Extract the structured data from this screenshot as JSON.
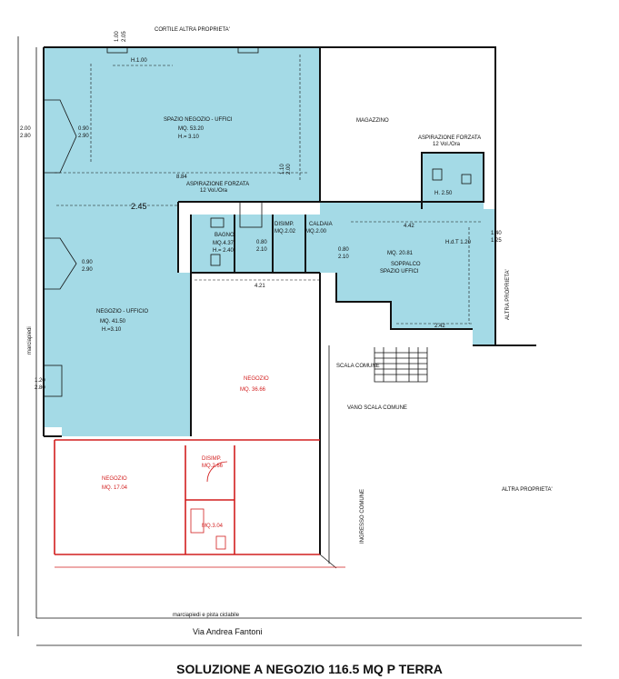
{
  "title": "SOLUZIONE A NEGOZIO 116.5 MQ P TERRA",
  "streets": {
    "top": "CORTILE ALTRA PROPRIETA'",
    "bottom": "Via Andrea Fantoni",
    "bottom_sidewalk": "marciapiedi e pista ciclabile",
    "left": "marciapiedi",
    "right_upper": "ALTRA PROPRIETA'",
    "right_lower": "ALTRA PROPRIETA'"
  },
  "rooms": {
    "spazio": {
      "name": "SPAZIO NEGOZIO - UFFICI",
      "area": "MQ. 53.20",
      "height": "H.= 3.10"
    },
    "magazzino": {
      "name": "MAGAZZINO"
    },
    "negozio_ufficio": {
      "name": "NEGOZIO - UFFICIO",
      "area": "MQ. 41.50",
      "height": "H.=3.10"
    },
    "bagno": {
      "name": "BAGNO",
      "area": "MQ.4.37",
      "height": "H.= 2.40"
    },
    "disimp_top": {
      "name": "DISIMP.",
      "area": "MQ.2.02"
    },
    "caldaia": {
      "name": "CALDAIA",
      "area": "MQ.2.00"
    },
    "soppalco": {
      "area": "MQ. 20.81",
      "name1": "SOPPALCO",
      "name2": "SPAZIO UFFICI"
    },
    "negozio_center": {
      "name": "NEGOZIO",
      "area": "MQ. 36.66"
    },
    "negozio_red": {
      "name": "NEGOZIO",
      "area": "MQ. 17.04"
    },
    "disimp_red": {
      "name": "DISIMP.",
      "area": "MQ.2.66"
    },
    "wc_red": {
      "area": "MQ.3.04"
    },
    "scala": "SCALA COMUNE",
    "vano_scala": "VANO SCALA COMUNE",
    "ingresso": "INGRESSO COMUNE"
  },
  "notes": {
    "aspirazione1": "ASPIRAZIONE FORZATA",
    "aspirazione1_b": "12 Vol./Ora",
    "aspirazione2": "ASPIRAZIONE FORZATA",
    "aspirazione2_b": "12 Vol./Ora"
  },
  "dims": {
    "d200": "2.00",
    "d280": "2.80",
    "d090": "0.90",
    "d290": "2.90",
    "d090b": "0.90",
    "d290b": "2.90",
    "d120": "1.20",
    "d280b": "2.80",
    "d245": "2.45",
    "d421": "4.21",
    "d884": "8.84",
    "d140": "1.40",
    "d125": "1.25",
    "d442": "4.42",
    "d242": "2.42",
    "d080": "0.80",
    "d210": "2.10",
    "d080b": "0.80",
    "d210b": "2.10",
    "h100": "H.1.00",
    "h250": "H. 2.50",
    "hd": "H.d.T 1.20",
    "d100": "1.00",
    "d205": "2.05",
    "d110": "1.10",
    "d200v": "2.00"
  },
  "colors": {
    "fill_blue": "#a4dae6",
    "red": "#d21e1e",
    "wall": "#111111"
  }
}
